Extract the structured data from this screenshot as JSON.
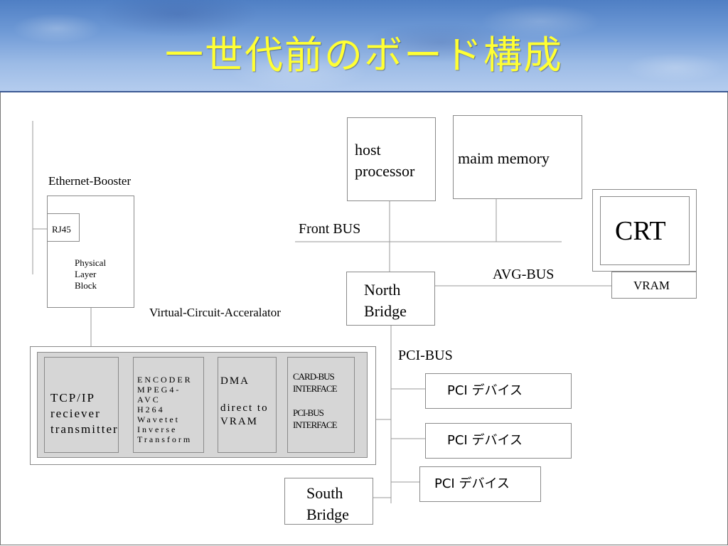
{
  "title": "一世代前のボード構成",
  "diagram": {
    "ethernet_booster": {
      "label": "Ethernet-Booster",
      "rj45": "RJ45",
      "physical_layer": "Physical\nLayer\nBlock"
    },
    "virtual_circuit": {
      "label": "Virtual-Circuit-Acceralator",
      "tcp": "TCP/IP\nreciever\ntransmitter",
      "encoder": "ENCODER\nMPEG4-AVC\nH264\nWavetet\nInverse\nTransform",
      "dma": "DMA\n\ndirect to\nVRAM",
      "card_bus": "CARD-BUS\nINTERFACE\n\nPCI-BUS\nINTERFACE"
    },
    "host_processor": "host\nprocessor",
    "main_memory": "maim memory",
    "front_bus": "Front BUS",
    "north_bridge": "North\nBridge",
    "avg_bus": "AVG-BUS",
    "crt": "CRT",
    "vram": "VRAM",
    "pci_bus": "PCI-BUS",
    "pci_devices": [
      "PCI デバイス",
      "PCI デバイス",
      "PCI デバイス"
    ],
    "south_bridge": "South\nBridge"
  }
}
